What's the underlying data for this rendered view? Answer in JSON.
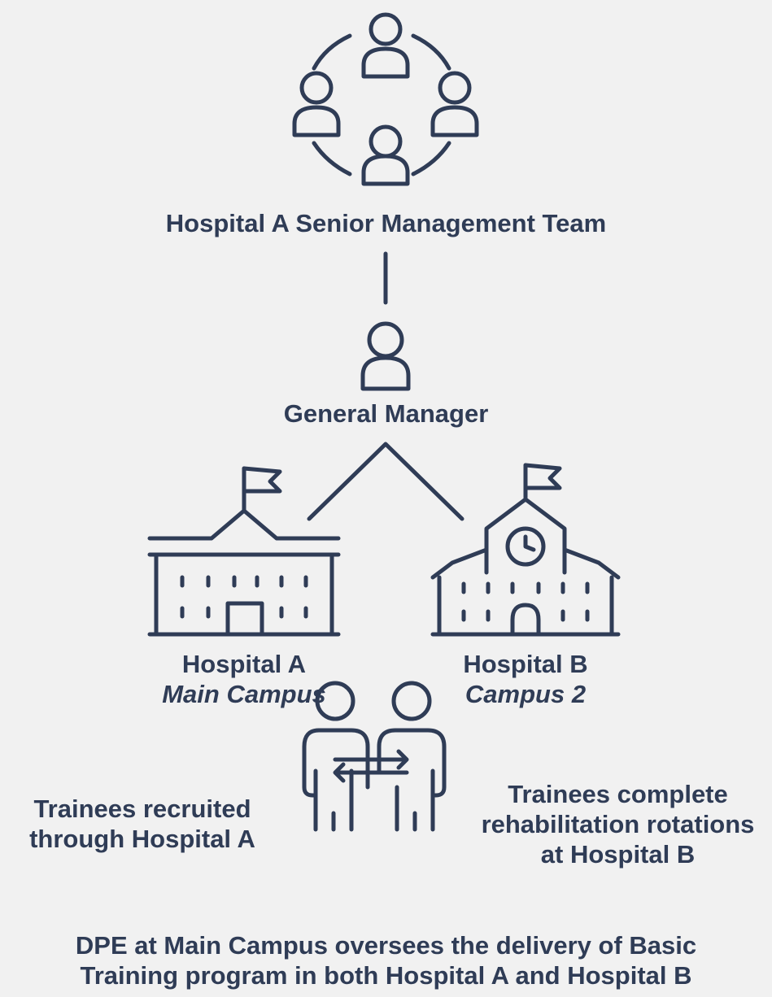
{
  "colors": {
    "background": "#f1f1f1",
    "ink": "#2f3c56"
  },
  "icons": {
    "team": "team-circle-icon",
    "manager": "person-icon",
    "hospital_a": "building-flag-icon",
    "hospital_b": "school-clock-icon",
    "trainees": "two-people-exchange-icon"
  },
  "diagram": {
    "senior_team": "Hospital A Senior Management Team",
    "general_manager": "General Manager",
    "hospital_a": {
      "name": "Hospital A",
      "campus": "Main Campus"
    },
    "hospital_b": {
      "name": "Hospital B",
      "campus": "Campus 2"
    },
    "trainees_left": [
      "Trainees recruited",
      "through Hospital A"
    ],
    "trainees_right": [
      "Trainees complete",
      "rehabilitation rotations",
      "at Hospital B"
    ],
    "footer": [
      "DPE at Main Campus oversees the delivery of Basic",
      "Training program in both Hospital A and Hospital B"
    ]
  }
}
